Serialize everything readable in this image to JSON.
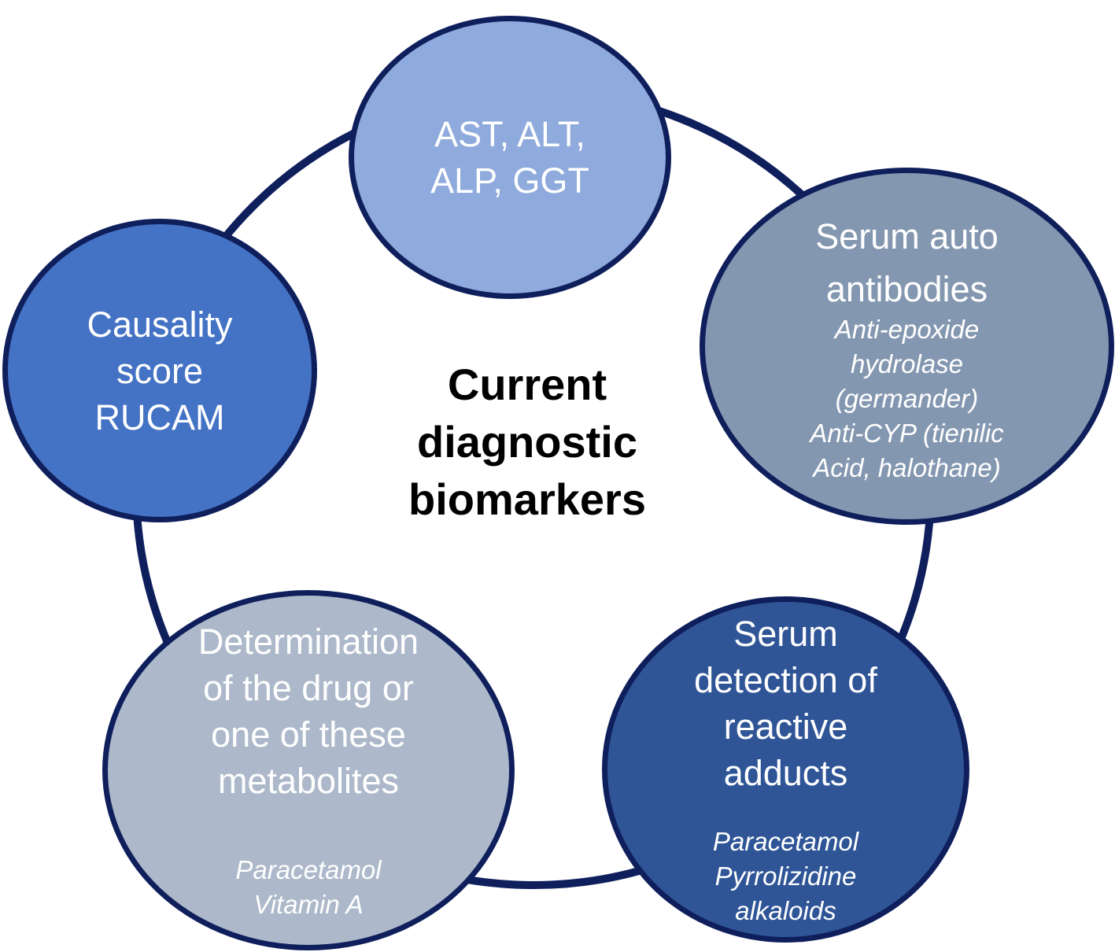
{
  "title_lines": [
    "Current",
    "diagnostic",
    "biomarkers"
  ],
  "nodes": {
    "enzymes": {
      "main": [
        "AST, ALT,",
        "ALP, GGT"
      ],
      "sub": [],
      "color": "#8faadc"
    },
    "autoantibodies": {
      "main": [
        "Serum auto",
        "antibodies"
      ],
      "sub": [
        "Anti-epoxide",
        "hydrolase",
        "(germander)",
        "Anti-CYP (tienilic",
        "Acid, halothane)"
      ],
      "color": "#8497b0"
    },
    "adducts": {
      "main": [
        "Serum",
        "detection of",
        "reactive",
        "adducts"
      ],
      "sub": [
        "Paracetamol",
        "Pyrrolizidine",
        "alkaloids"
      ],
      "color": "#2f5597"
    },
    "drug": {
      "main": [
        "Determination",
        "of the drug or",
        "one of these",
        "metabolites"
      ],
      "sub": [
        "Paracetamol",
        "Vitamin A"
      ],
      "color": "#adb9ca"
    },
    "causality": {
      "main": [
        "Causality",
        "score",
        "RUCAM"
      ],
      "sub": [],
      "color": "#4472c4"
    }
  },
  "colors": {
    "ring": "#0f1f5c",
    "text_on_nodes": "#ffffff",
    "title": "#000000"
  }
}
